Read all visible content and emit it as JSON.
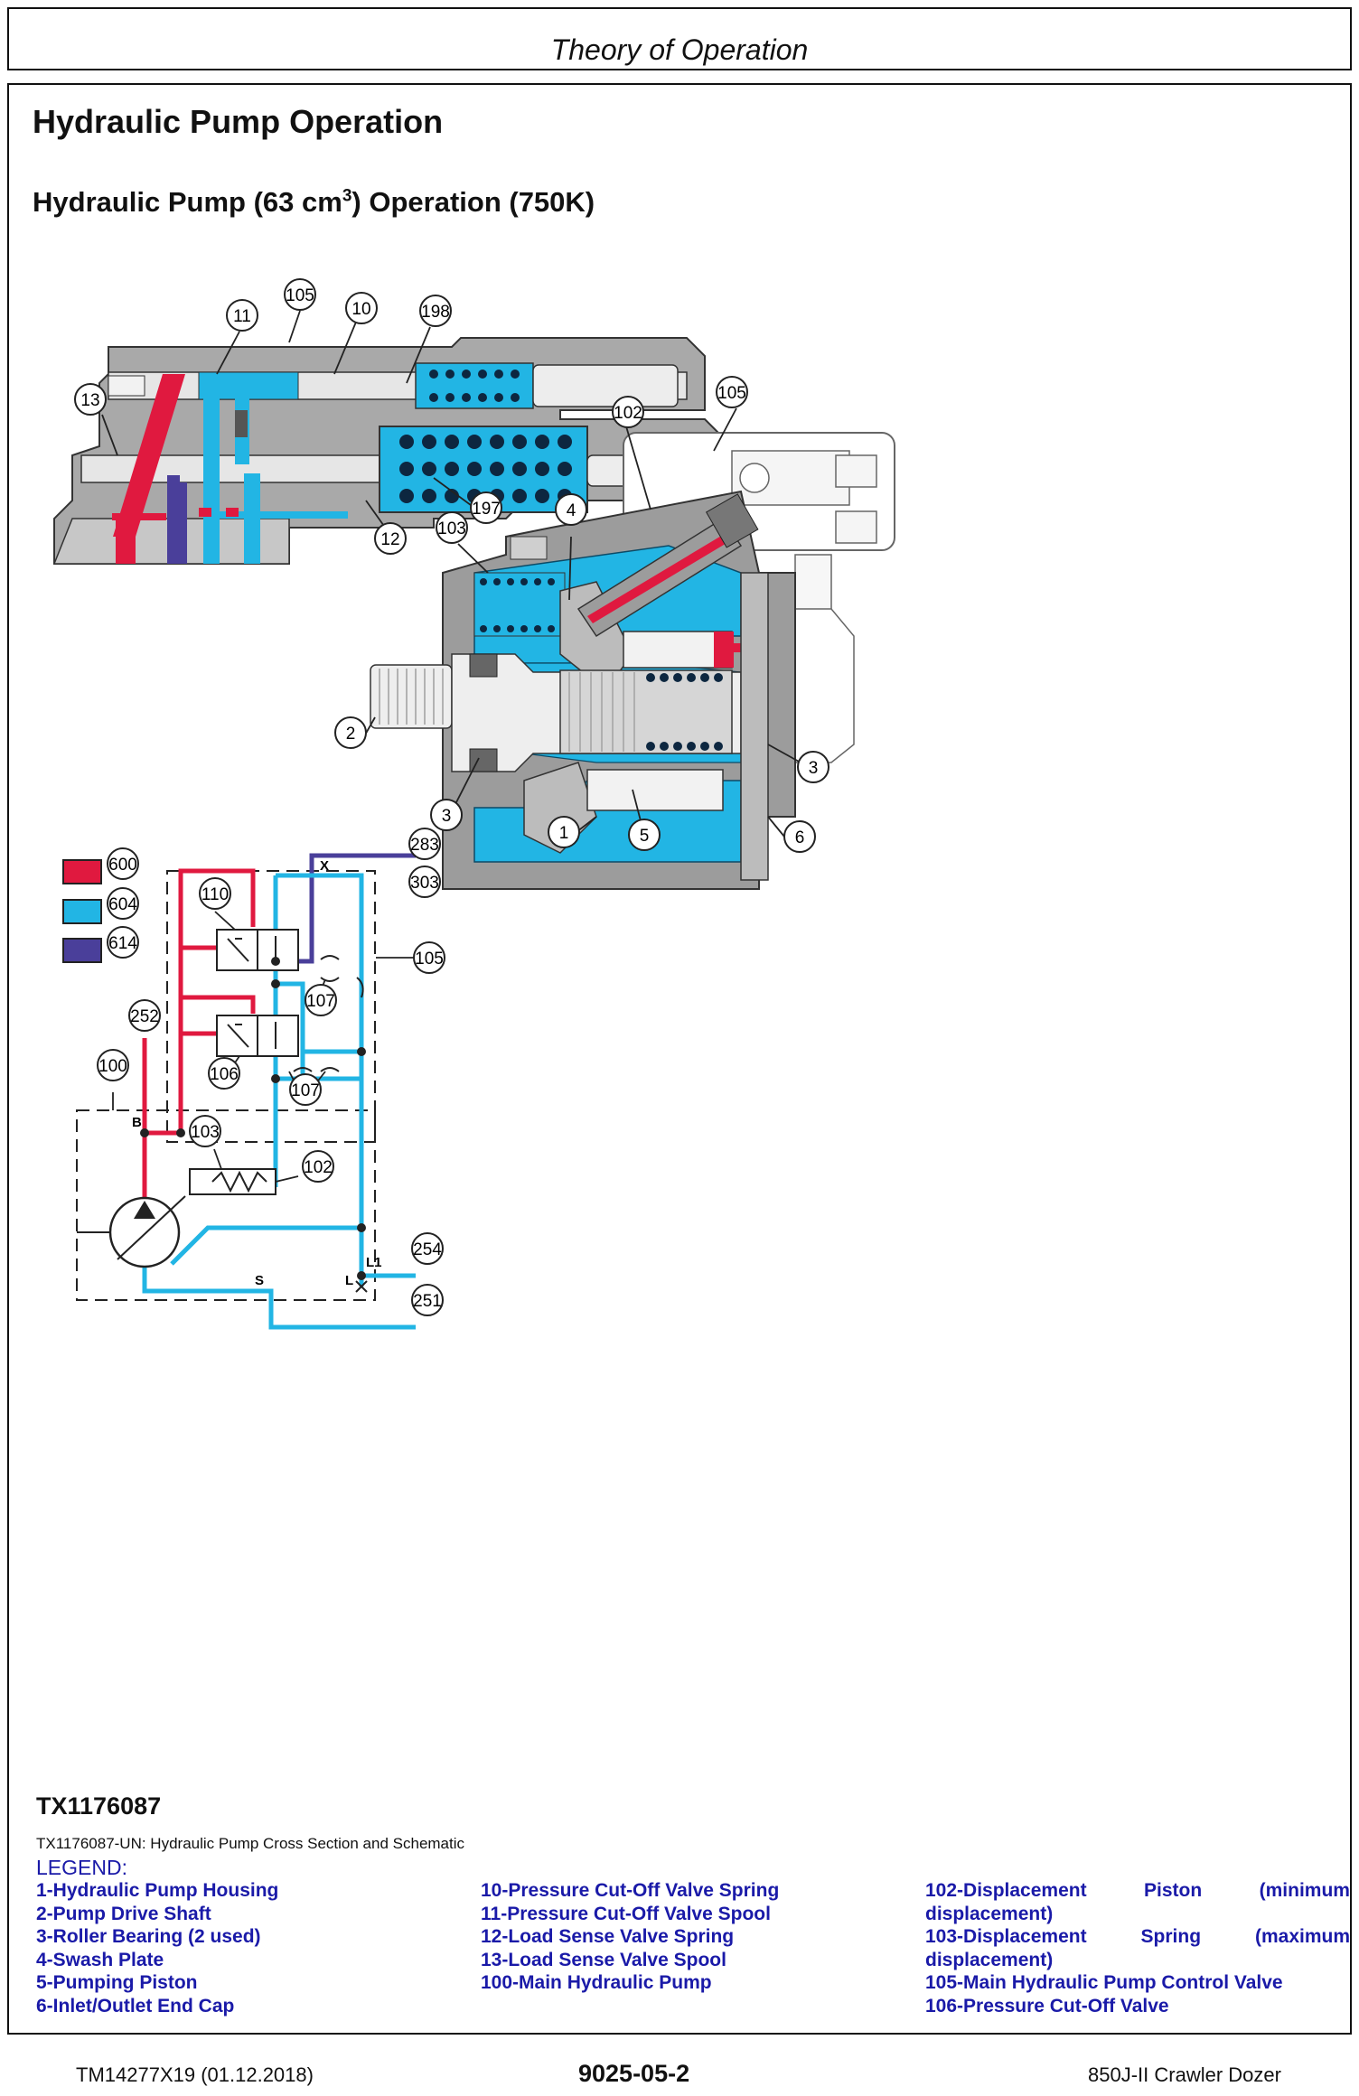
{
  "header": {
    "title": "Theory of Operation"
  },
  "section": {
    "title": "Hydraulic Pump Operation",
    "subtitle_pre": "Hydraulic Pump (63 cm",
    "subtitle_sup": "3",
    "subtitle_post": ") Operation (750K)"
  },
  "figure": {
    "id": "TX1176087",
    "caption": "TX1176087-UN: Hydraulic Pump Cross Section and Schematic",
    "callouts": {
      "c105": "105",
      "c10": "10",
      "c198": "198",
      "c11": "11",
      "c13": "13",
      "c12": "12",
      "c197": "197",
      "c102": "102",
      "c105b": "105",
      "c4": "4",
      "c103": "103",
      "c2": "2",
      "c3a": "3",
      "c3b": "3",
      "c1": "1",
      "c5": "5",
      "c6": "6",
      "c283": "283",
      "c303": "303",
      "c110": "110",
      "c105c": "105",
      "c107a": "107",
      "c252": "252",
      "c106": "106",
      "c107b": "107",
      "c100": "100",
      "c103b": "103",
      "c102b": "102",
      "c254": "254",
      "c251": "251"
    },
    "swatches": [
      {
        "label": "600",
        "color": "#e0193f"
      },
      {
        "label": "604",
        "color": "#22b5e4"
      },
      {
        "label": "614",
        "color": "#4a3f9a"
      }
    ],
    "ports": {
      "x": "X",
      "b": "B",
      "s": "S",
      "l": "L",
      "l1": "L1"
    }
  },
  "colors": {
    "pressure_red": "#e0193f",
    "return_cyan": "#22b5e4",
    "signal_purple": "#4a3f9a",
    "housing_gray": "#a0a0a0",
    "legend_text": "#1a1aa8"
  },
  "legend": {
    "title": "LEGEND:",
    "col1": [
      "1-Hydraulic Pump Housing",
      "2-Pump Drive Shaft",
      "3-Roller Bearing (2 used)",
      "4-Swash Plate",
      "5-Pumping Piston",
      "6-Inlet/Outlet End Cap"
    ],
    "col2": [
      "10-Pressure Cut-Off Valve Spring",
      "11-Pressure Cut-Off Valve Spool",
      "12-Load Sense Valve Spring",
      "13-Load Sense Valve Spool",
      "100-Main Hydraulic Pump"
    ],
    "col3": {
      "l1a": "102-Displacement",
      "l1b": "Piston",
      "l1c": "(minimum",
      "l2": "displacement)",
      "l3a": "103-Displacement",
      "l3b": "Spring",
      "l3c": "(maximum",
      "l4": "displacement)",
      "l5": "105-Main Hydraulic Pump Control Valve",
      "l6": "106-Pressure Cut-Off Valve"
    }
  },
  "footer": {
    "left": "TM14277X19 (01.12.2018)",
    "center": "9025-05-2",
    "right": "850J-II Crawler Dozer"
  }
}
